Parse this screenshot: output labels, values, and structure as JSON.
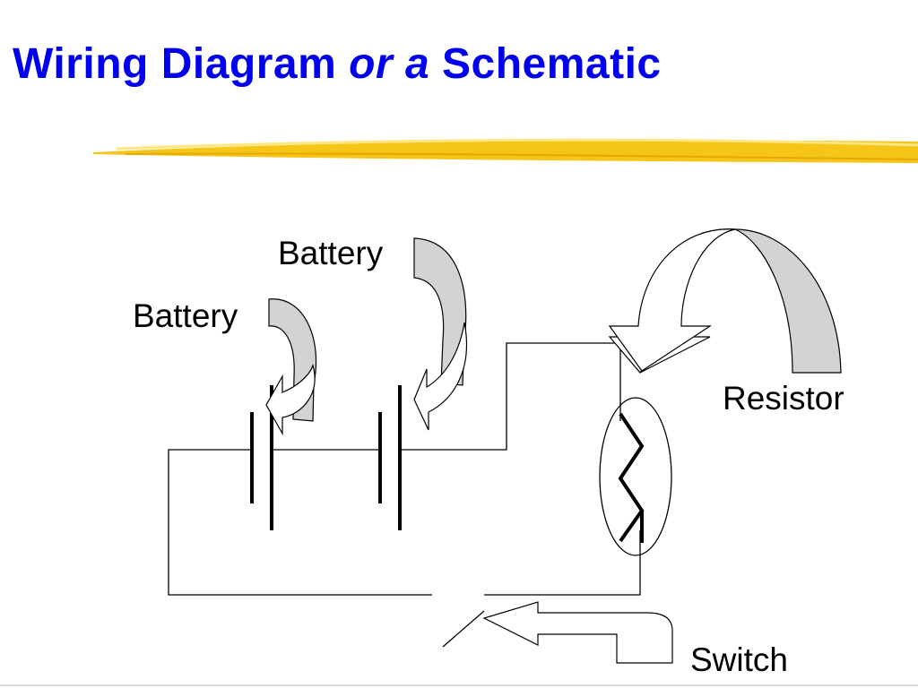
{
  "slide": {
    "title_part1": "Wiring Diagram ",
    "title_part2": "or a",
    "title_part3": " Schematic"
  },
  "labels": {
    "battery_top": "Battery",
    "battery_left": "Battery",
    "resistor": "Resistor",
    "switch": "Switch"
  },
  "colors": {
    "title": "#0000ee",
    "underline_stroke": "#f5c518",
    "callout_fill": "#d3d3d3",
    "lines": "#000000"
  }
}
